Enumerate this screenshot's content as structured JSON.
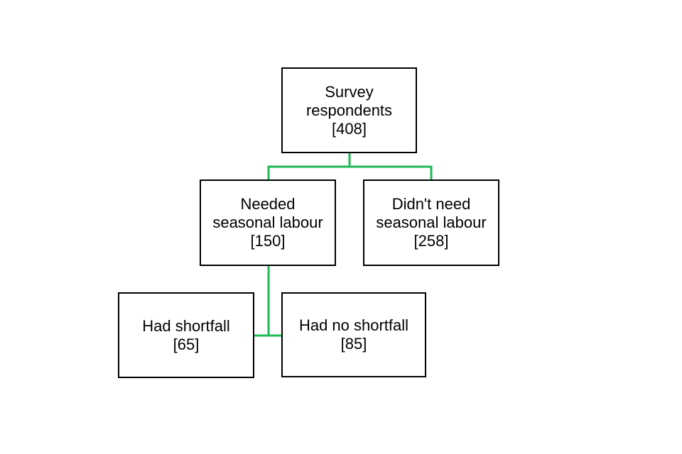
{
  "diagram": {
    "connector_color": "#1db954",
    "nodes": {
      "root": {
        "lines": [
          "Survey",
          "respondents",
          "[408]"
        ]
      },
      "needed": {
        "lines": [
          "Needed",
          "seasonal labour",
          "[150]"
        ]
      },
      "not_needed": {
        "lines": [
          "Didn't need",
          "seasonal labour",
          "[258]"
        ]
      },
      "had_shortfall": {
        "lines": [
          "Had shortfall",
          "[65]"
        ]
      },
      "no_shortfall": {
        "lines": [
          "Had no shortfall",
          "[85]"
        ]
      }
    }
  }
}
